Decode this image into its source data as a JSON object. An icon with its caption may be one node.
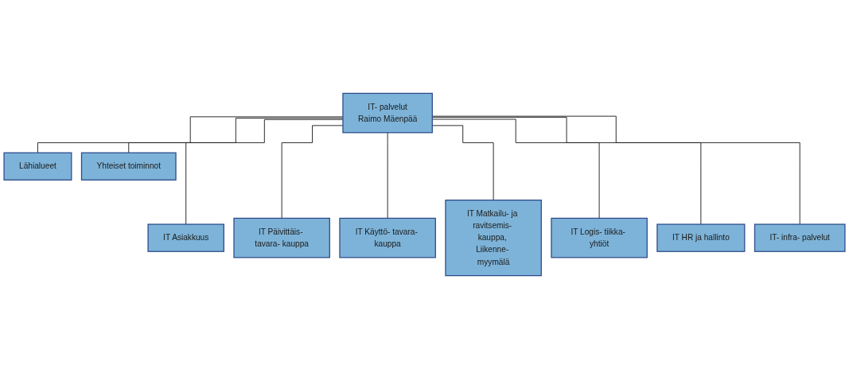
{
  "diagram": {
    "nodes": [
      {
        "text": [
          "IT- palvelut",
          "Raimo Mäenpää"
        ]
      },
      {
        "text": [
          "Lähialueet"
        ]
      },
      {
        "text": [
          "Yhteiset toiminnot"
        ]
      },
      {
        "text": [
          "IT Asiakkuus"
        ]
      },
      {
        "text": [
          "IT Päivittäis- tavara- kauppa"
        ]
      },
      {
        "text": [
          "IT Käyttö- tavara- kauppa"
        ]
      },
      {
        "text": [
          "IT Matkailu- ja ravitsemis- kauppa, Liikenne- myymälä"
        ]
      },
      {
        "text": [
          "IT Logis- tiikka- yhtiöt"
        ]
      },
      {
        "text": [
          "IT HR ja hallinto"
        ]
      },
      {
        "text": [
          "IT- infra- palvelut"
        ]
      }
    ],
    "edges": [
      {
        "from": 0,
        "to": 1,
        "arrow": "none"
      },
      {
        "from": 0,
        "to": 2,
        "arrow": "none"
      },
      {
        "from": 0,
        "to": 3,
        "arrow": "none"
      },
      {
        "from": 0,
        "to": 4,
        "arrow": "none"
      },
      {
        "from": 0,
        "to": 5,
        "arrow": "none"
      },
      {
        "from": 0,
        "to": 6,
        "arrow": "none"
      },
      {
        "from": 0,
        "to": 7,
        "arrow": "none"
      },
      {
        "from": 0,
        "to": 8,
        "arrow": "none"
      },
      {
        "from": 0,
        "to": 9,
        "arrow": "none"
      }
    ]
  }
}
